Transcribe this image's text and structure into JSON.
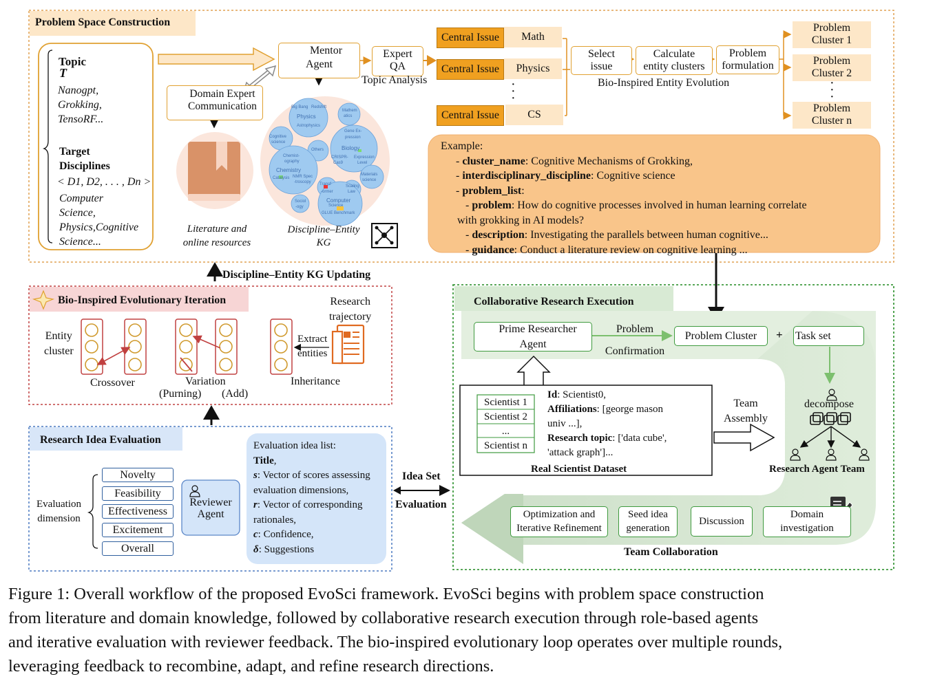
{
  "problem_space": {
    "title": "Problem Space Construction",
    "topic_label": "Topic",
    "topic_symbol": "T",
    "topic_examples": [
      "Nanogpt,",
      "Grokking,",
      "TensoRF..."
    ],
    "target_label_1": "Target",
    "target_label_2": "Disciplines",
    "target_formula": "< D1, D2, . . . , Dn >",
    "target_examples": [
      "Computer",
      "Science,",
      "Physics,Cognitive",
      "Science..."
    ],
    "mentor_1": "Mentor",
    "mentor_2": "Agent",
    "domain_1": "Domain Expert",
    "domain_2": "Communication",
    "lit_1": "Literature and",
    "lit_2": "online resources",
    "kg_1": "Discipline–Entity",
    "kg_2": "KG",
    "kg_nodes": [
      "Big Bang",
      "Redshift",
      "Physics",
      "Astrophysics",
      "Mathem",
      "atics",
      "Cognitive",
      "science",
      "Gene Ex-",
      "pression",
      "Biology",
      "Others",
      "CRISPR-",
      "Cas9",
      "Expression",
      "Level",
      "Chemist-",
      "ography",
      "Chemistry",
      "Catalysis",
      "NMR Spec",
      "-troscopy",
      "Materials",
      "science",
      "Transf",
      "-ormer",
      "Scaling",
      "Law",
      "Sociol",
      "-ogy",
      "Computer",
      "Science",
      "GLUE Benchmark"
    ],
    "expert_1": "Expert",
    "expert_2": "QA",
    "topic_analysis": "Topic Analysis",
    "central_issue": "Central Issue",
    "issues": [
      "Math",
      "Physics",
      "CS"
    ],
    "select_1": "Select",
    "select_2": "issue",
    "calc_1": "Calculate",
    "calc_2": "entity clusters",
    "form_1": "Problem",
    "form_2": "formulation",
    "bio_evo": "Bio-Inspired Entity Evolution",
    "clusters": [
      [
        "Problem",
        "Cluster 1"
      ],
      [
        "Problem",
        "Cluster 2"
      ],
      [
        "Problem",
        "Cluster n"
      ]
    ],
    "example": {
      "head": "Example:",
      "l1k": "cluster_name",
      "l1v": ": Cognitive Mechanisms of Grokking,",
      "l2k": "interdisciplinary_discipline",
      "l2v": ": Cognitive science",
      "l3k": "problem_list",
      "l3v": ":",
      "l4k": "problem",
      "l4v": ": How do cognitive processes involved in human learning correlate",
      "l5": "with grokking in AI models?",
      "l6k": "description",
      "l6v": ": Investigating the parallels between human cognitive...",
      "l7k": "guidance",
      "l7v": ": Conduct a literature review on cognitive learning ..."
    }
  },
  "kg_updating": "Discipline–Entity KG Updating",
  "evolution": {
    "title": "Bio-Inspired Evolutionary Iteration",
    "entity_1": "Entity",
    "entity_2": "cluster",
    "crossover": "Crossover",
    "variation": "Variation",
    "purning": "(Purning)",
    "add": "(Add)",
    "inheritance": "Inheritance",
    "traj_1": "Research",
    "traj_2": "trajectory",
    "extract_1": "Extract",
    "extract_2": "entities"
  },
  "evaluation": {
    "title": "Research Idea Evaluation",
    "dim_1": "Evaluation",
    "dim_2": "dimension",
    "dims": [
      "Novelty",
      "Feasibility",
      "Effectiveness",
      "Excitement",
      "Overall"
    ],
    "reviewer_1": "Reviewer",
    "reviewer_2": "Agent",
    "list_head": "Evaluation idea list:",
    "title_item": "Title",
    "s_sym": "s",
    "s_text": ": Vector of scores assessing",
    "s_text2": "evaluation dimensions,",
    "r_sym": "r",
    "r_text": ": Vector of corresponding",
    "r_text2": "rationales,",
    "c_sym": "c",
    "c_text": ": Confidence,",
    "d_sym": "δ",
    "d_text": ": Suggestions"
  },
  "idea_set_1": "Idea Set",
  "idea_set_2": "Evaluation",
  "execution": {
    "title": "Collaborative Research Execution",
    "prime_1": "Prime Researcher",
    "prime_2": "Agent",
    "confirm_1": "Problem",
    "confirm_2": "Confirmation",
    "problem_cluster": "Problem Cluster",
    "plus": "+",
    "task_set": "Task set",
    "scientists": [
      "Scientist 1",
      "Scientist 2",
      "...",
      "Scientist n"
    ],
    "id_k": "Id",
    "id_v": ": Scientist0,",
    "aff_k": "Affiliations",
    "aff_v": ": [george mason",
    "aff_v2": "univ ...],",
    "rt_k": "Research topic",
    "rt_v": ": ['data cube',",
    "rt_v2": "'attack graph']...",
    "dataset": "Real Scientist Dataset",
    "assembly_1": "Team",
    "assembly_2": "Assembly",
    "decompose": "decompose",
    "team": "Research Agent Team",
    "collab_boxes": [
      [
        "Optimization and",
        "Iterative Refinement"
      ],
      [
        "Seed idea",
        "generation"
      ],
      [
        "Discussion"
      ],
      [
        "Domain",
        "investigation"
      ]
    ],
    "team_collab": "Team Collaboration"
  },
  "caption": [
    "Figure 1: Overall workflow of the proposed EvoSci framework. EvoSci begins with problem space construction",
    "from literature and domain knowledge, followed by collaborative research execution through role-based agents",
    "and iterative evaluation with reviewer feedback. The bio-inspired evolutionary loop operates over multiple rounds,",
    "leveraging feedback to recombine, adapt, and refine research directions."
  ],
  "colors": {
    "orange": "#f0a020",
    "light_orange": "#fde7c8",
    "green": "#3e9a3e",
    "blue": "#4a78c0",
    "red": "#c04040"
  }
}
